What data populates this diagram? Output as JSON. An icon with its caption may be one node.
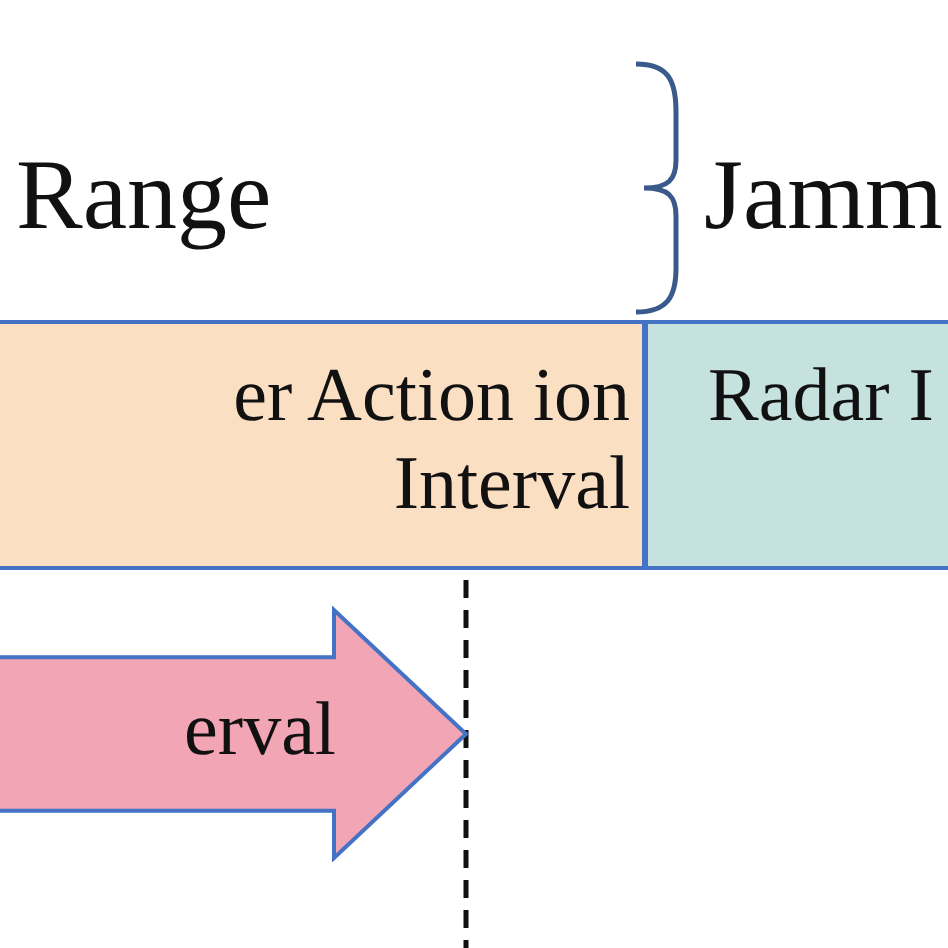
{
  "diagram": {
    "nodes": [
      {
        "text": [
          "er Action ion Interval"
        ]
      },
      {
        "text": [
          "Radar I"
        ]
      },
      {
        "text": [
          "erval"
        ]
      }
    ],
    "labels": [
      "Range",
      "Jamm"
    ]
  }
}
